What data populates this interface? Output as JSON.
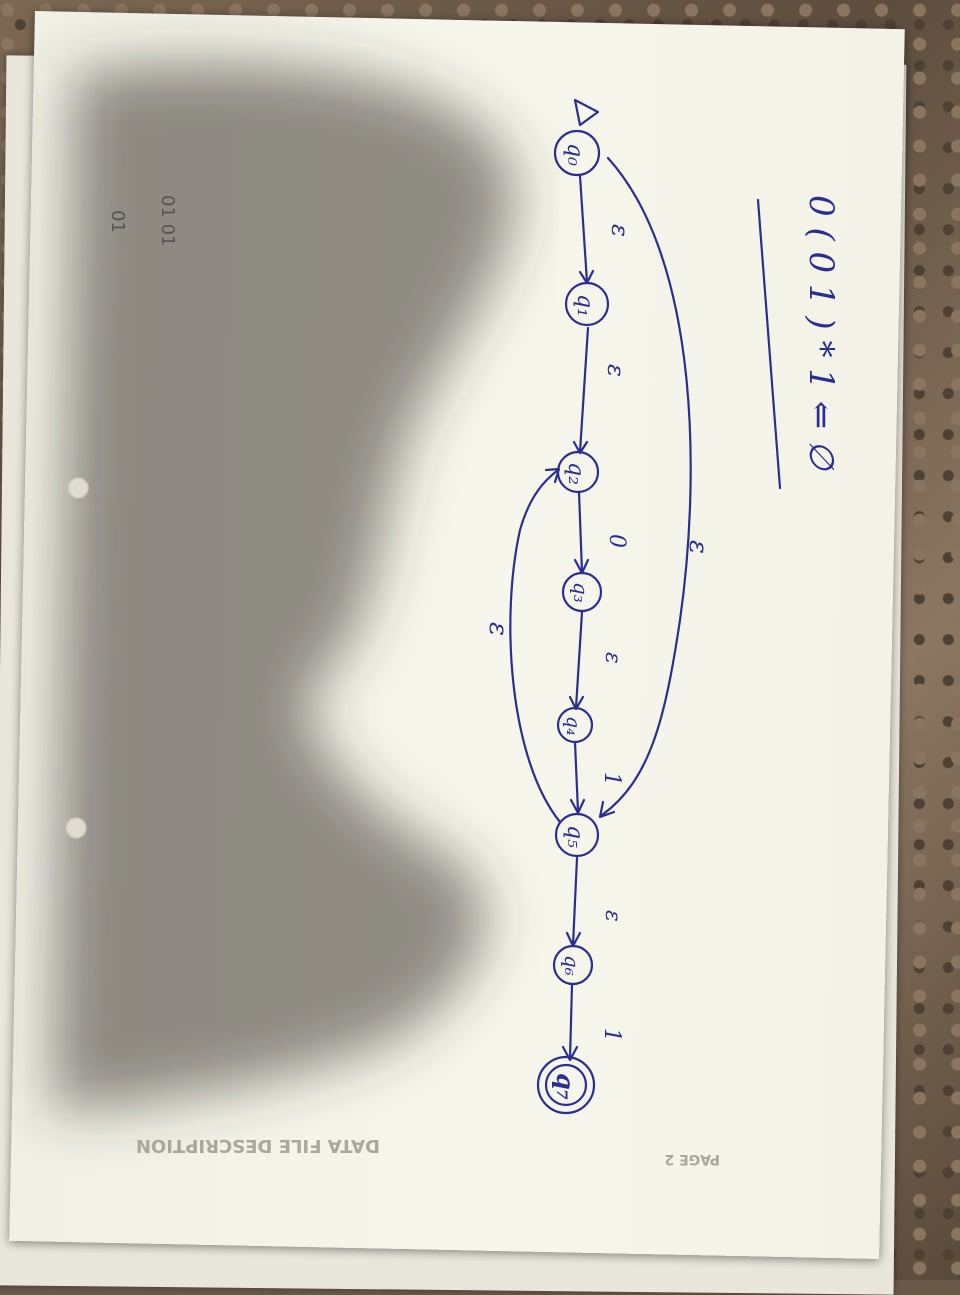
{
  "regex": "0 ( 0 1 ) * 1 ⇐ ∅",
  "states": [
    {
      "id": "q0",
      "label": "q₀",
      "start": true
    },
    {
      "id": "q1",
      "label": "q₁"
    },
    {
      "id": "q2",
      "label": "q₂"
    },
    {
      "id": "q3",
      "label": "q₃"
    },
    {
      "id": "q4",
      "label": "q₄"
    },
    {
      "id": "q5",
      "label": "q₅"
    },
    {
      "id": "q6",
      "label": "q₆"
    },
    {
      "id": "q7",
      "label": "q₇",
      "accepting": true
    }
  ],
  "transitions": [
    {
      "from": "q0",
      "to": "q1",
      "label": "ε"
    },
    {
      "from": "q1",
      "to": "q2",
      "label": "ε"
    },
    {
      "from": "q2",
      "to": "q3",
      "label": "0"
    },
    {
      "from": "q3",
      "to": "q4",
      "label": "ε"
    },
    {
      "from": "q4",
      "to": "q5",
      "label": "1"
    },
    {
      "from": "q5",
      "to": "q6",
      "label": "ε"
    },
    {
      "from": "q6",
      "to": "q7",
      "label": "1"
    },
    {
      "from": "q0",
      "to": "q5",
      "label": "ε"
    },
    {
      "from": "q5",
      "to": "q2",
      "label": "ε"
    }
  ],
  "pencil_notes": {
    "line1": "01 01",
    "line2": "01"
  },
  "printed_text": {
    "heading": "DATA FILE DESCRIPTION",
    "page": "PAGE 2"
  },
  "ink_color": "#2a2f8f"
}
